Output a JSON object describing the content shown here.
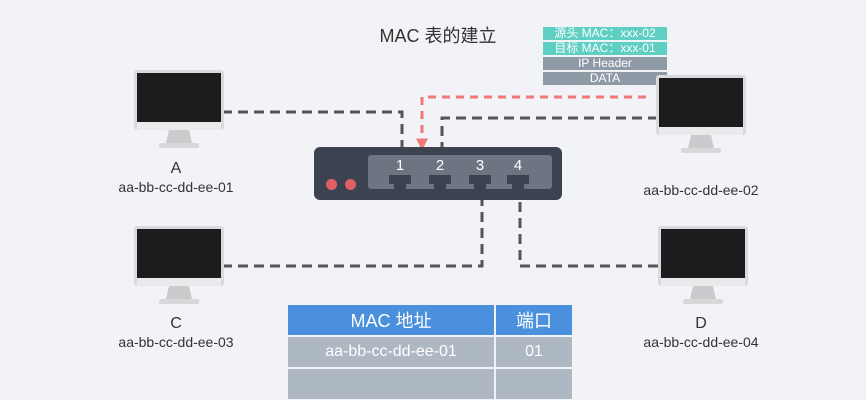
{
  "title": "MAC 表的建立",
  "packet": {
    "src_mac": "源头 MAC：xxx-02",
    "dst_mac": "目标 MAC：xxx-01",
    "ip_header": "IP Header",
    "data": "DATA"
  },
  "hosts": {
    "a": {
      "label": "A",
      "mac": "aa-bb-cc-dd-ee-01"
    },
    "b": {
      "label": "",
      "mac": "aa-bb-cc-dd-ee-02"
    },
    "c": {
      "label": "C",
      "mac": "aa-bb-cc-dd-ee-03"
    },
    "d": {
      "label": "D",
      "mac": "aa-bb-cc-dd-ee-04"
    }
  },
  "switch": {
    "ports": [
      "1",
      "2",
      "3",
      "4"
    ]
  },
  "mac_table": {
    "headers": [
      "MAC 地址",
      "端口"
    ],
    "rows": [
      [
        "aa-bb-cc-dd-ee-01",
        "01"
      ],
      [
        "",
        ""
      ]
    ]
  },
  "colors": {
    "wire": "#555555",
    "packet_path": "#ee7a7a",
    "table_header": "#4a90dd",
    "table_row": "#aeb8c2",
    "packet_header": "#5ecfc2",
    "packet_body": "#8e9aa6"
  }
}
